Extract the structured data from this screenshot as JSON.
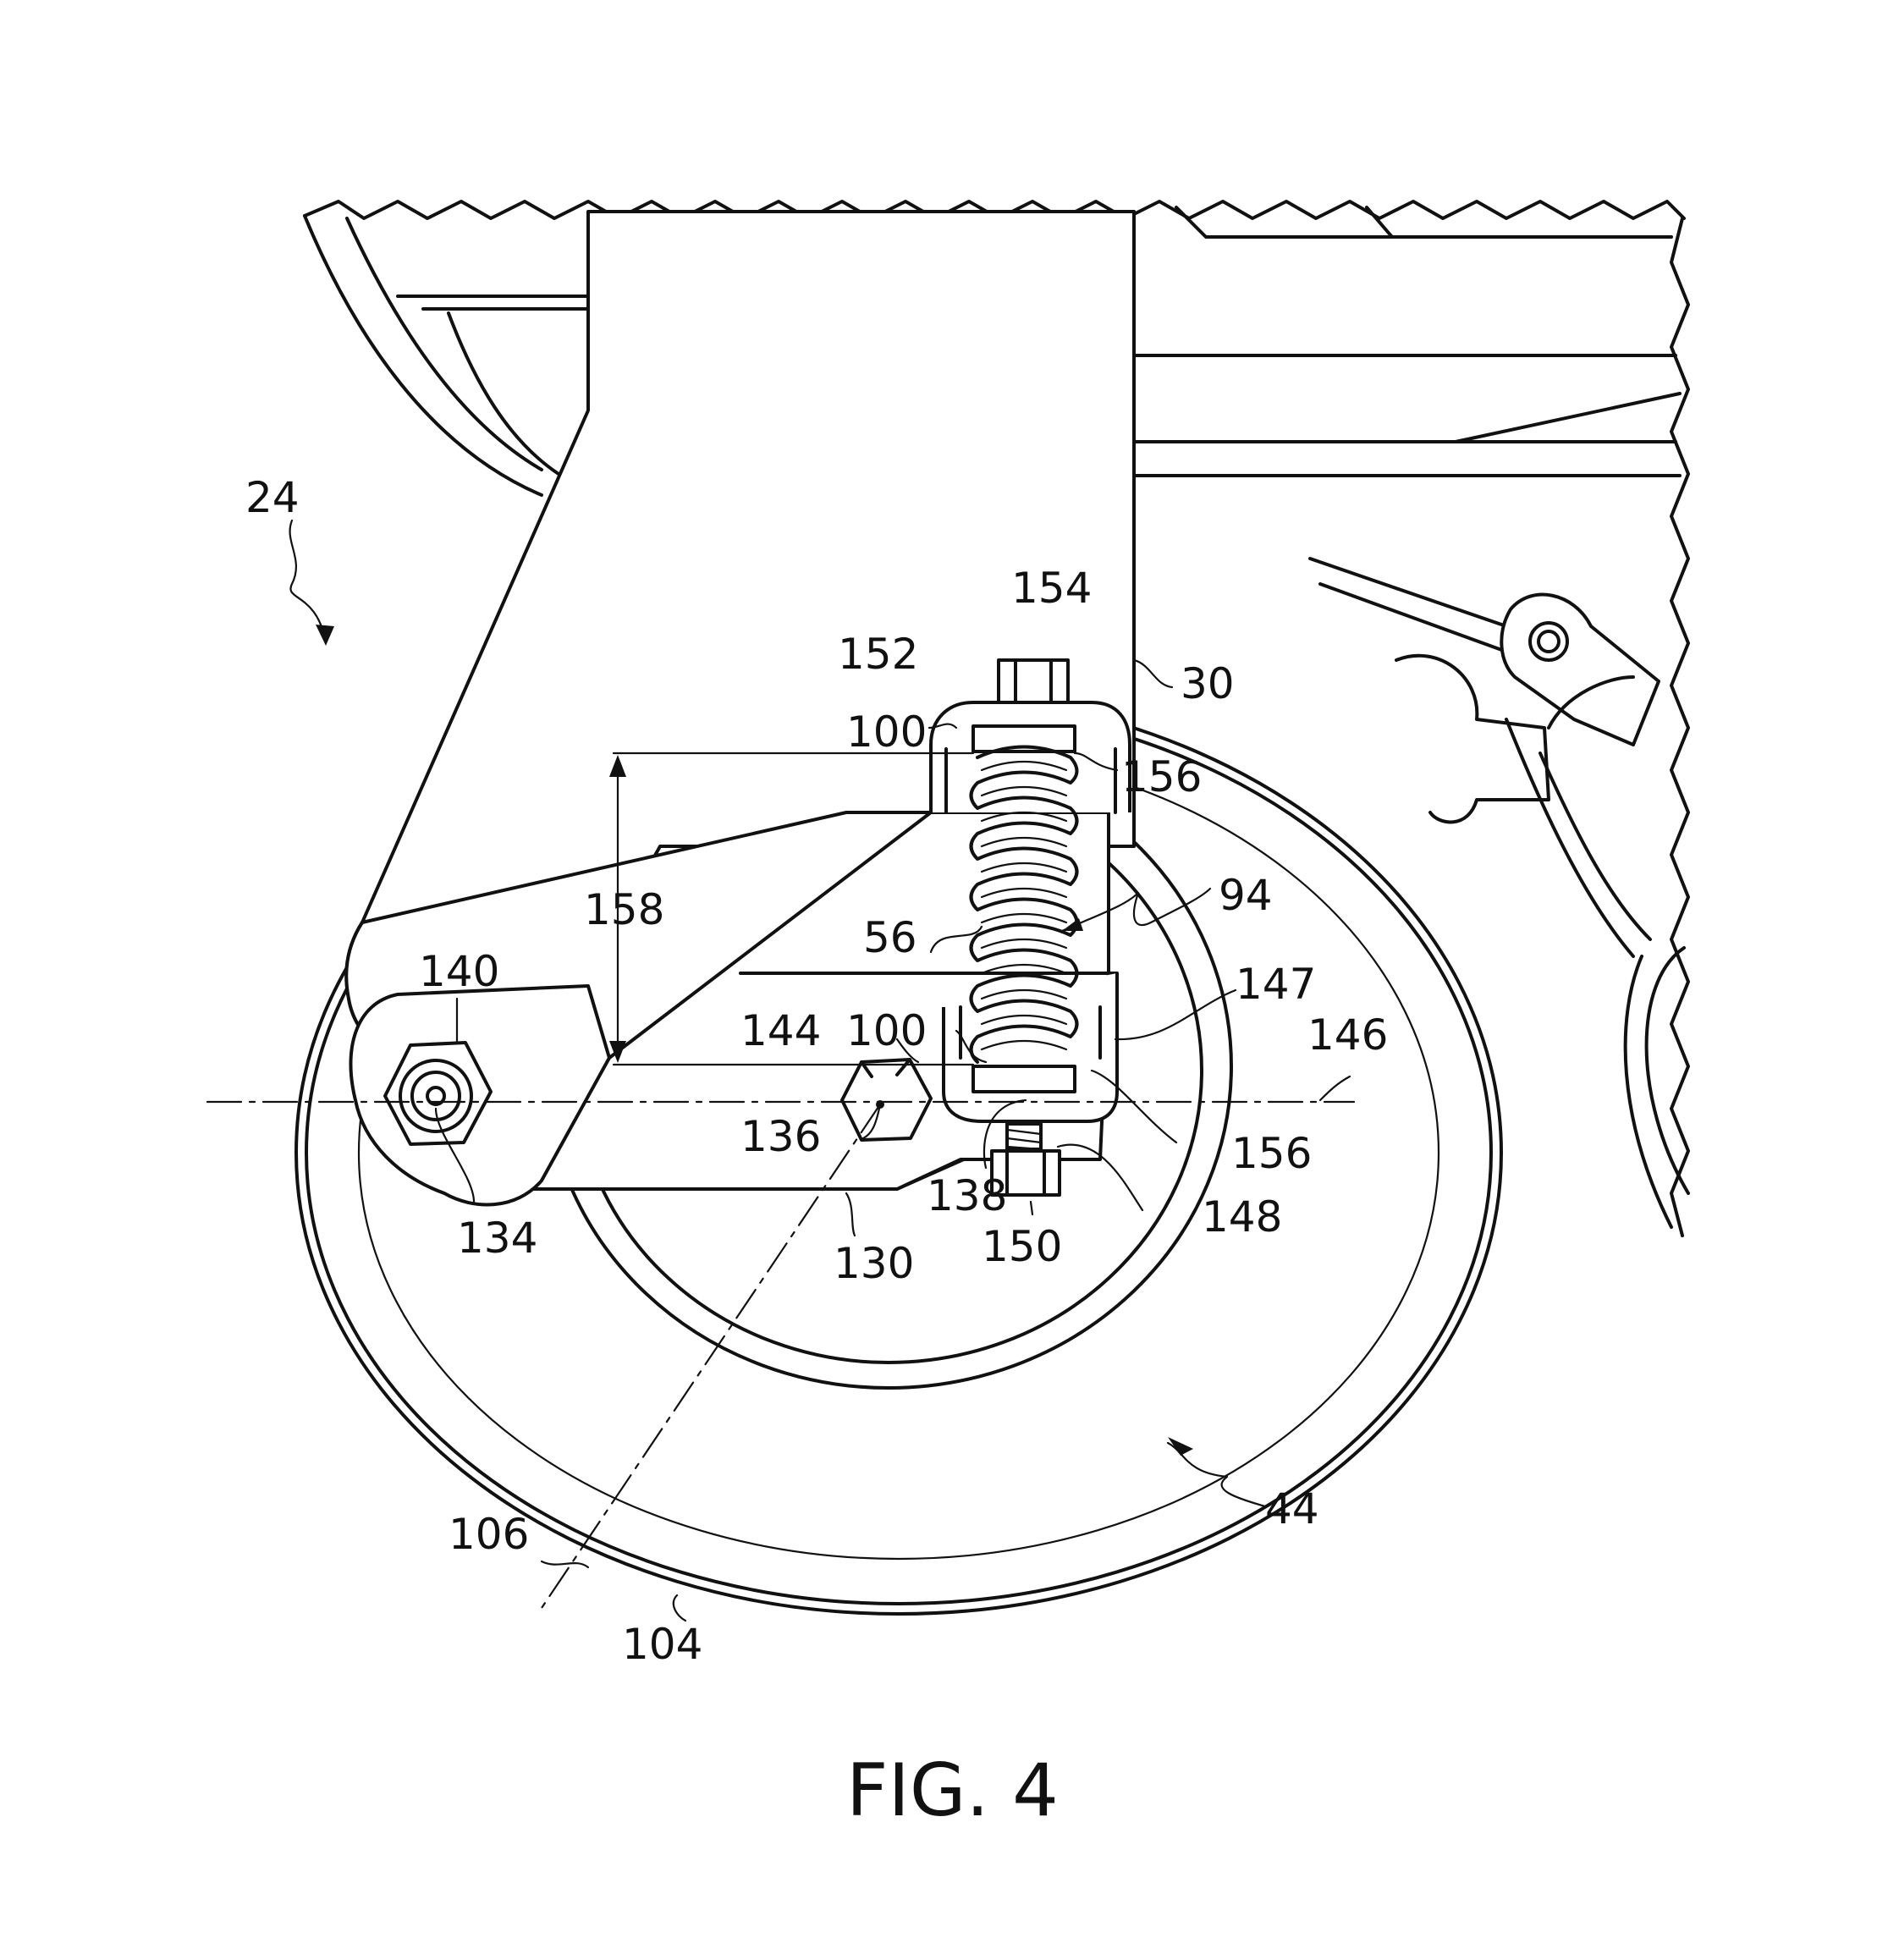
{
  "figure": {
    "caption": "FIG. 4",
    "reference_numerals": {
      "n24": "24",
      "n30": "30",
      "n44": "44",
      "n56": "56",
      "n94": "94",
      "n100a": "100",
      "n100b": "100",
      "n104": "104",
      "n106": "106",
      "n130": "130",
      "n134": "134",
      "n136": "136",
      "n138": "138",
      "n140": "140",
      "n144": "144",
      "n146": "146",
      "n147": "147",
      "n148": "148",
      "n150": "150",
      "n152": "152",
      "n154": "154",
      "n156a": "156",
      "n156b": "156",
      "n158": "158"
    }
  }
}
